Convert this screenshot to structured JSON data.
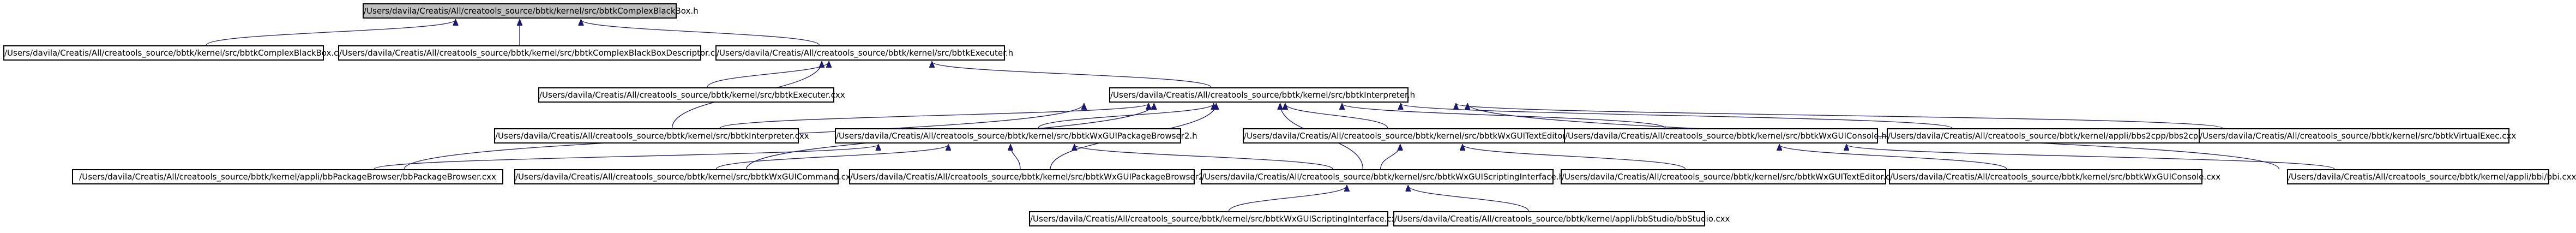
{
  "colors": {
    "root_fill": "#bfbfbf",
    "node_fill": "#ffffff",
    "stroke": "#000000",
    "edge": "#191970"
  },
  "nodes": {
    "root": "/Users/davila/Creatis/All/creatools_source/bbtk/kernel/src/bbtkComplexBlackBox.h",
    "cbb_cxx": "/Users/davila/Creatis/All/creatools_source/bbtk/kernel/src/bbtkComplexBlackBox.cxx",
    "cbbd_cxx": "/Users/davila/Creatis/All/creatools_source/bbtk/kernel/src/bbtkComplexBlackBoxDescriptor.cxx",
    "executer_h": "/Users/davila/Creatis/All/creatools_source/bbtk/kernel/src/bbtkExecuter.h",
    "executer_cxx": "/Users/davila/Creatis/All/creatools_source/bbtk/kernel/src/bbtkExecuter.cxx",
    "interpreter_h": "/Users/davila/Creatis/All/creatools_source/bbtk/kernel/src/bbtkInterpreter.h",
    "interpreter_cxx": "/Users/davila/Creatis/All/creatools_source/bbtk/kernel/src/bbtkInterpreter.cxx",
    "wxgpb_h": "/Users/davila/Creatis/All/creatools_source/bbtk/kernel/src/bbtkWxGUIPackageBrowser2.h",
    "wxgte_h": "/Users/davila/Creatis/All/creatools_source/bbtk/kernel/src/bbtkWxGUITextEditor.h",
    "wxgc_h": "/Users/davila/Creatis/All/creatools_source/bbtk/kernel/src/bbtkWxGUIConsole.h",
    "bbs2cpp_cxx": "/Users/davila/Creatis/All/creatools_source/bbtk/kernel/appli/bbs2cpp/bbs2cpp.cxx",
    "vexec_cxx": "/Users/davila/Creatis/All/creatools_source/bbtk/kernel/src/bbtkVirtualExec.cxx",
    "bbpb_cxx": "/Users/davila/Creatis/All/creatools_source/bbtk/kernel/appli/bbPackageBrowser/bbPackageBrowser.cxx",
    "wxguicommand_cxx": "/Users/davila/Creatis/All/creatools_source/bbtk/kernel/src/bbtkWxGUICommand.cxx",
    "wxgpb_cxx": "/Users/davila/Creatis/All/creatools_source/bbtk/kernel/src/bbtkWxGUIPackageBrowser2.cxx",
    "wxgsi_h": "/Users/davila/Creatis/All/creatools_source/bbtk/kernel/src/bbtkWxGUIScriptingInterface.h",
    "wxgte_cxx": "/Users/davila/Creatis/All/creatools_source/bbtk/kernel/src/bbtkWxGUITextEditor.cxx",
    "wxgc_cxx": "/Users/davila/Creatis/All/creatools_source/bbtk/kernel/src/bbtkWxGUIConsole.cxx",
    "bbi_cxx": "/Users/davila/Creatis/All/creatools_source/bbtk/kernel/appli/bbi/bbi.cxx",
    "wxgsi_cxx": "/Users/davila/Creatis/All/creatools_source/bbtk/kernel/src/bbtkWxGUIScriptingInterface.cxx",
    "bbstudio_cxx": "/Users/davila/Creatis/All/creatools_source/bbtk/kernel/appli/bbStudio/bbStudio.cxx"
  },
  "edges": [
    [
      "cbb_cxx",
      "root"
    ],
    [
      "cbbd_cxx",
      "root"
    ],
    [
      "executer_h",
      "root"
    ],
    [
      "executer_cxx",
      "executer_h"
    ],
    [
      "interpreter_h",
      "executer_h"
    ],
    [
      "interpreter_cxx",
      "executer_h"
    ],
    [
      "interpreter_cxx",
      "interpreter_h"
    ],
    [
      "wxgpb_h",
      "interpreter_h"
    ],
    [
      "wxgte_h",
      "interpreter_h"
    ],
    [
      "wxgc_h",
      "interpreter_h"
    ],
    [
      "bbs2cpp_cxx",
      "interpreter_h"
    ],
    [
      "vexec_cxx",
      "interpreter_h"
    ],
    [
      "bbpb_cxx",
      "interpreter_h"
    ],
    [
      "wxguicommand_cxx",
      "interpreter_h"
    ],
    [
      "wxgpb_cxx",
      "interpreter_h"
    ],
    [
      "wxgsi_h",
      "interpreter_h"
    ],
    [
      "bbi_cxx",
      "interpreter_h"
    ],
    [
      "bbpb_cxx",
      "wxgpb_h"
    ],
    [
      "wxguicommand_cxx",
      "wxgpb_h"
    ],
    [
      "wxgpb_cxx",
      "wxgpb_h"
    ],
    [
      "wxgsi_h",
      "wxgpb_h"
    ],
    [
      "wxgsi_h",
      "wxgte_h"
    ],
    [
      "wxgte_cxx",
      "wxgte_h"
    ],
    [
      "wxgc_cxx",
      "wxgc_h"
    ],
    [
      "bbi_cxx",
      "wxgc_h"
    ],
    [
      "wxgsi_cxx",
      "wxgsi_h"
    ],
    [
      "bbstudio_cxx",
      "wxgsi_h"
    ]
  ]
}
